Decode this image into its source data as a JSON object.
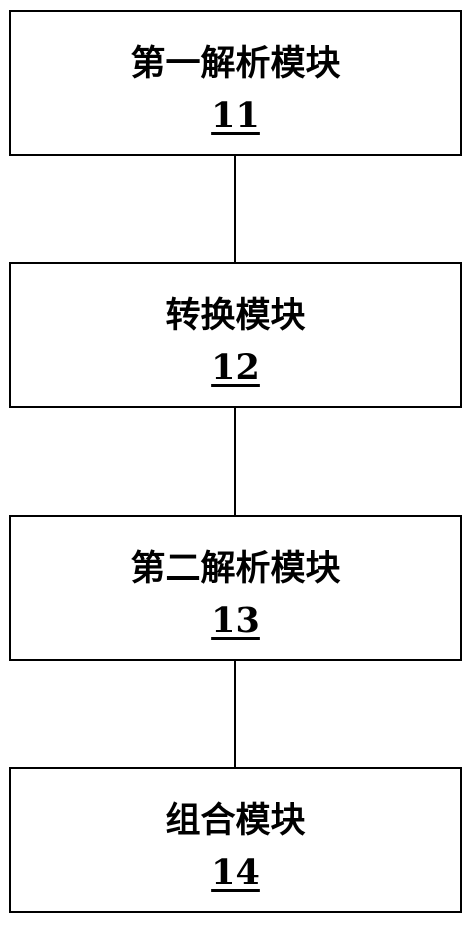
{
  "modules": [
    {
      "name": "第一解析模块",
      "ref": "11"
    },
    {
      "name": "转换模块",
      "ref": "12"
    },
    {
      "name": "第二解析模块",
      "ref": "13"
    },
    {
      "name": "组合模块",
      "ref": "14"
    }
  ],
  "colors": {
    "border": "#000000",
    "text": "#000000",
    "background": "#ffffff"
  }
}
